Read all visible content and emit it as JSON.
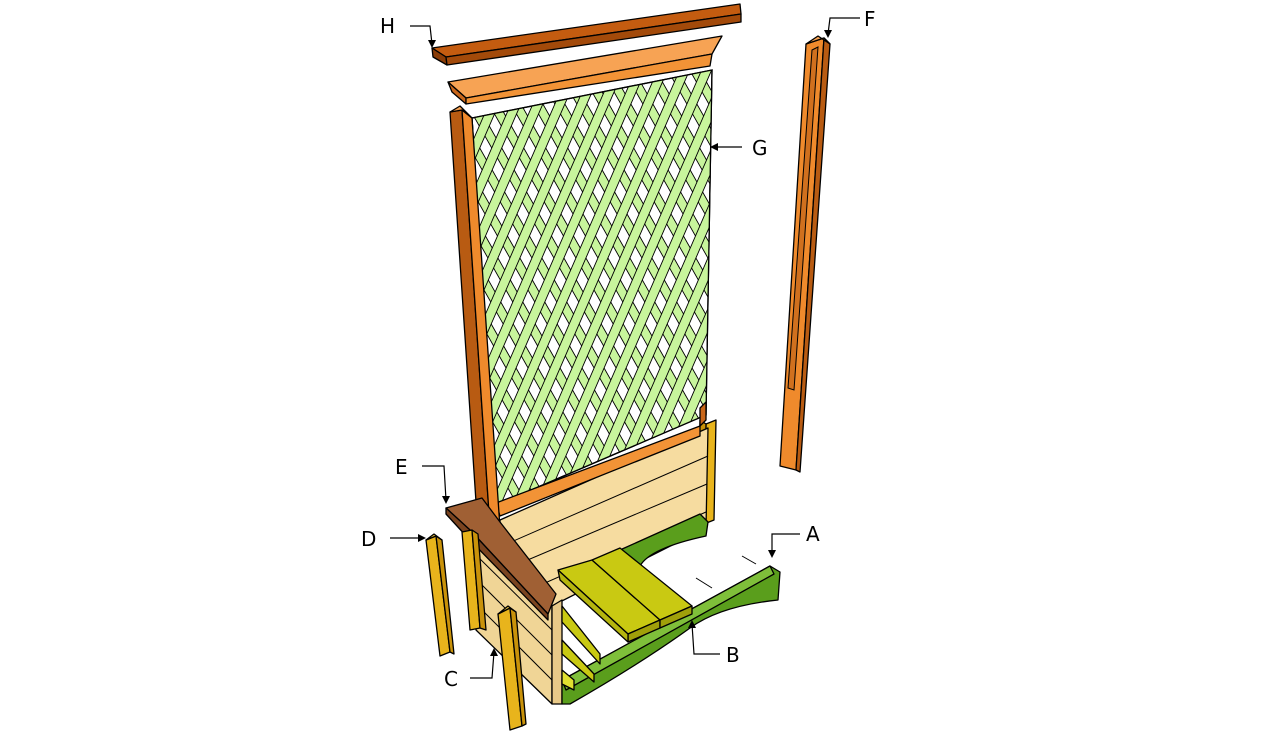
{
  "diagram": {
    "labels": {
      "A": "A",
      "B": "B",
      "C": "C",
      "D": "D",
      "E": "E",
      "F": "F",
      "G": "G",
      "H": "H"
    },
    "colors": {
      "post_orange": "#ef8a2c",
      "post_orange_dark": "#b85b12",
      "cap_top": "#c45c10",
      "cap_side": "#8a3c06",
      "frame_top": "#f29336",
      "lattice": "#c8f59c",
      "box_panel": "#f6dca0",
      "box_panel_side": "#e8c988",
      "leg_yellow": "#e8b41c",
      "cap_brown": "#a06034",
      "seat_yellow": "#c9c912",
      "seat_side": "#a0a00a",
      "support_green": "#5a9e1c",
      "support_green_dark": "#3f7a10"
    }
  }
}
